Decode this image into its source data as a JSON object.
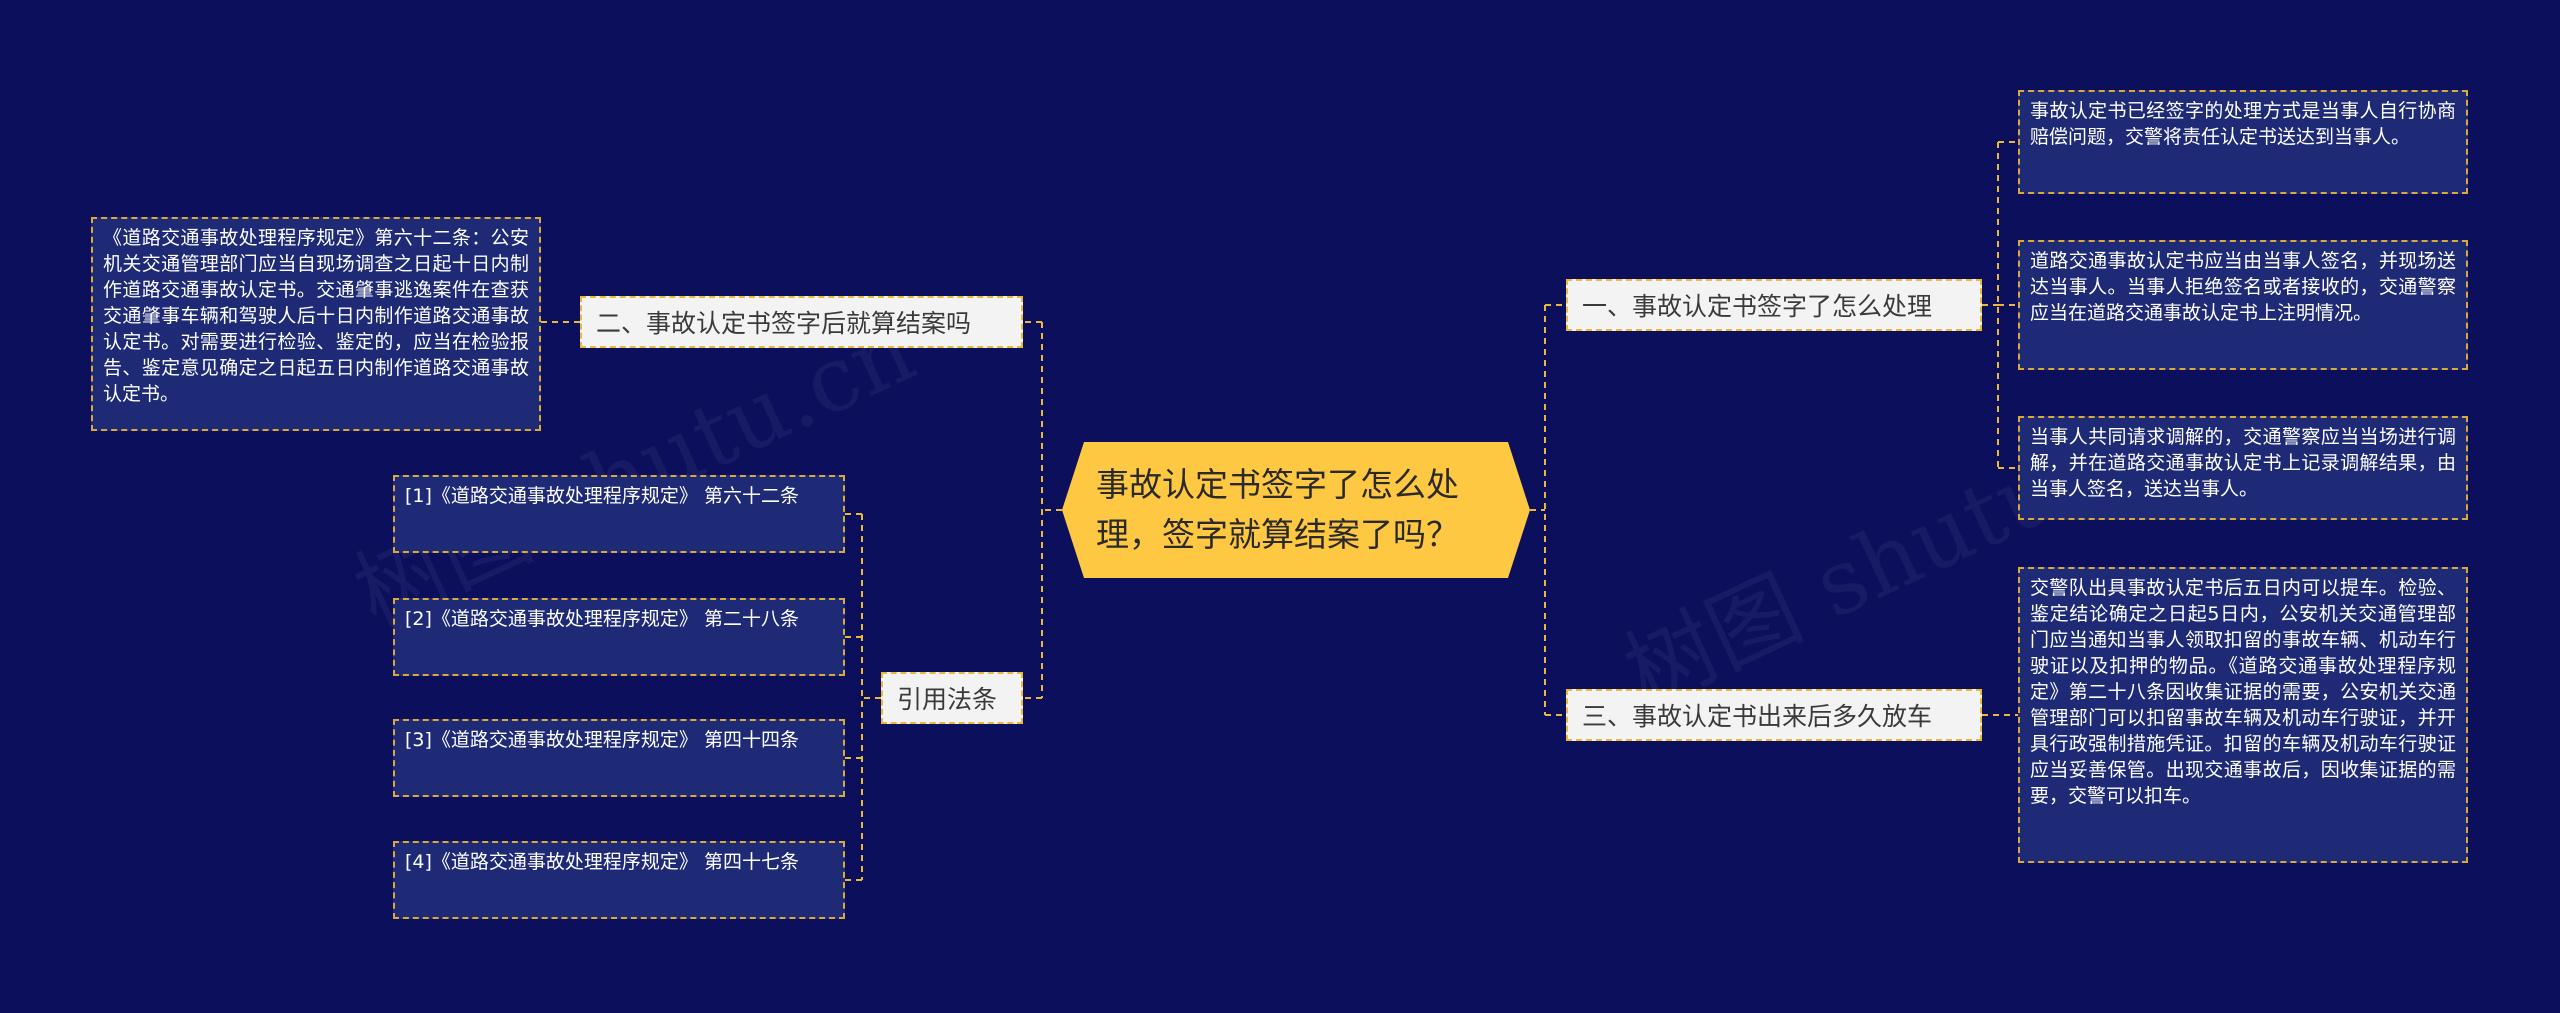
{
  "central": {
    "title": "事故认定书签字了怎么处理，签字就算结案了吗？"
  },
  "branches": [
    {
      "label": "一、事故认定书签字了怎么处理",
      "leaves": [
        "事故认定书已经签字的处理方式是当事人自行协商赔偿问题，交警将责任认定书送达到当事人。",
        "道路交通事故认定书应当由当事人签名，并现场送达当事人。当事人拒绝签名或者接收的，交通警察应当在道路交通事故认定书上注明情况。",
        "当事人共同请求调解的，交通警察应当当场进行调解，并在道路交通事故认定书上记录调解结果，由当事人签名，送达当事人。"
      ]
    },
    {
      "label": "三、事故认定书出来后多久放车",
      "leaves": [
        "交警队出具事故认定书后五日内可以提车。检验、鉴定结论确定之日起5日内，公安机关交通管理部门应当通知当事人领取扣留的事故车辆、机动车行驶证以及扣押的物品。《道路交通事故处理程序规定》第二十八条因收集证据的需要，公安机关交通管理部门可以扣留事故车辆及机动车行驶证，并开具行政强制措施凭证。扣留的车辆及机动车行驶证应当妥善保管。出现交通事故后，因收集证据的需要，交警可以扣车。"
      ]
    },
    {
      "label": "二、事故认定书签字后就算结案吗",
      "leaves": [
        "《道路交通事故处理程序规定》第六十二条：公安机关交通管理部门应当自现场调查之日起十日内制作道路交通事故认定书。交通肇事逃逸案件在查获交通肇事车辆和驾驶人后十日内制作道路交通事故认定书。对需要进行检验、鉴定的，应当在检验报告、鉴定意见确定之日起五日内制作道路交通事故认定书。"
      ]
    },
    {
      "label": "引用法条",
      "leaves": [
        "[1]《道路交通事故处理程序规定》 第六十二条",
        "[2]《道路交通事故处理程序规定》 第二十八条",
        "[3]《道路交通事故处理程序规定》 第四十四条",
        "[4]《道路交通事故处理程序规定》 第四十七条"
      ]
    }
  ],
  "colors": {
    "background": "#0b0f5c",
    "central_fill": "#ffc843",
    "connector": "#e8b93a",
    "leaf_fill": "#1e2a75",
    "branch_fill": "#f3f3f3"
  }
}
